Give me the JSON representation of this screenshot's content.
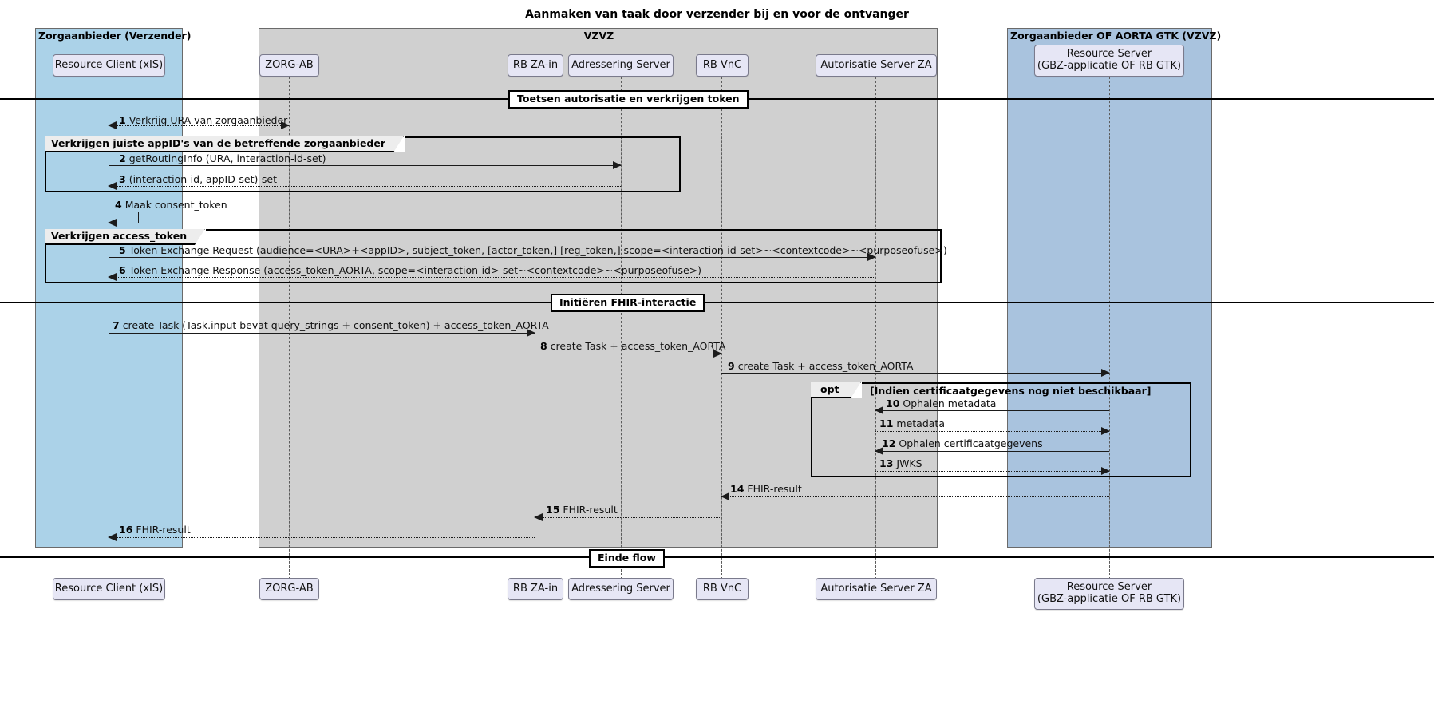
{
  "title": "Aanmaken van taak door verzender bij en voor de ontvanger",
  "participant_groups": [
    {
      "id": "zv",
      "label": "Zorgaanbieder (Verzender)",
      "color": "#ABD2E8"
    },
    {
      "id": "vzvz",
      "label": "VZVZ",
      "color": "#D0D0D0"
    },
    {
      "id": "of",
      "label": "Zorgaanbieder OF AORTA GTK (VZVZ)",
      "color": "#A9C3DE"
    }
  ],
  "participants": [
    {
      "id": "rc",
      "label": "Resource Client (xIS)",
      "group": "zv"
    },
    {
      "id": "zorg",
      "label": "ZORG-AB",
      "group": "vzvz"
    },
    {
      "id": "rbza",
      "label": "RB ZA-in",
      "group": "vzvz"
    },
    {
      "id": "adr",
      "label": "Adressering Server",
      "group": "vzvz"
    },
    {
      "id": "rbvnc",
      "label": "RB VnC",
      "group": "vzvz"
    },
    {
      "id": "asza",
      "label": "Autorisatie Server ZA",
      "group": "vzvz"
    },
    {
      "id": "rs",
      "label": "Resource Server\n(GBZ-applicatie OF RB GTK)",
      "group": "of"
    }
  ],
  "participants_footer": [
    {
      "id": "rc",
      "label": "Resource Client (xIS)"
    },
    {
      "id": "zorg",
      "label": "ZORG-AB"
    },
    {
      "id": "rbza",
      "label": "RB ZA-in"
    },
    {
      "id": "adr",
      "label": "Adressering Server"
    },
    {
      "id": "rbvnc",
      "label": "RB VnC"
    },
    {
      "id": "asza",
      "label": "Autorisatie Server ZA"
    },
    {
      "id": "rs",
      "label": "Resource Server\n(GBZ-applicatie OF RB GTK)"
    }
  ],
  "dividers": [
    {
      "id": "d1",
      "label": "Toetsen autorisatie en verkrijgen token"
    },
    {
      "id": "d2",
      "label": "Initiëren FHIR-interactie"
    },
    {
      "id": "d3",
      "label": "Einde flow"
    }
  ],
  "groups": [
    {
      "id": "g1",
      "kind": "group",
      "tab": "Verkrijgen juiste appID's van de betreffende zorgaanbieder",
      "condition": ""
    },
    {
      "id": "g2",
      "kind": "group",
      "tab": "Verkrijgen access_token",
      "condition": ""
    },
    {
      "id": "g3",
      "kind": "opt",
      "tab": "opt",
      "condition": "[Indien certificaatgegevens nog niet beschikbaar]"
    }
  ],
  "messages": [
    {
      "num": "1",
      "text": "Verkrijg URA van zorgaanbieder",
      "from": "rc",
      "to": "zorg",
      "style": "dotted",
      "arrow": "both"
    },
    {
      "num": "2",
      "text": "getRoutingInfo (URA, interaction-id-set)",
      "from": "rc",
      "to": "adr",
      "style": "solid",
      "arrow": "right"
    },
    {
      "num": "3",
      "text": "(interaction-id, appID-set)-set",
      "from": "adr",
      "to": "rc",
      "style": "dotted",
      "arrow": "left"
    },
    {
      "num": "4",
      "text": "Maak consent_token",
      "from": "rc",
      "to": "rc",
      "style": "solid",
      "arrow": "self"
    },
    {
      "num": "5",
      "text": "Token Exchange Request (audience=<URA>+<appID>, subject_token, [actor_token,] [reg_token,] scope=<interaction-id-set>~<contextcode>~<purposeofuse>)",
      "from": "rc",
      "to": "asza",
      "style": "solid",
      "arrow": "right"
    },
    {
      "num": "6",
      "text": "Token Exchange Response (access_token_AORTA, scope=<interaction-id>-set~<contextcode>~<purposeofuse>)",
      "from": "asza",
      "to": "rc",
      "style": "dotted",
      "arrow": "left"
    },
    {
      "num": "7",
      "text": "create Task (Task.input bevat query_strings + consent_token) + access_token_AORTA",
      "from": "rc",
      "to": "rbza",
      "style": "solid",
      "arrow": "right"
    },
    {
      "num": "8",
      "text": "create Task + access_token_AORTA",
      "from": "rbza",
      "to": "rbvnc",
      "style": "solid",
      "arrow": "right"
    },
    {
      "num": "9",
      "text": "create Task + access_token_AORTA",
      "from": "rbvnc",
      "to": "rs",
      "style": "solid",
      "arrow": "right"
    },
    {
      "num": "10",
      "text": "Ophalen metadata",
      "from": "rs",
      "to": "rbvnc",
      "style": "solid",
      "arrow": "left"
    },
    {
      "num": "11",
      "text": "metadata",
      "from": "rbvnc",
      "to": "rs",
      "style": "dotted",
      "arrow": "right"
    },
    {
      "num": "12",
      "text": "Ophalen certificaatgegevens",
      "from": "rs",
      "to": "rbvnc",
      "style": "solid",
      "arrow": "left"
    },
    {
      "num": "13",
      "text": "JWKS",
      "from": "rbvnc",
      "to": "rs",
      "style": "dotted",
      "arrow": "right"
    },
    {
      "num": "14",
      "text": "FHIR-result",
      "from": "rs",
      "to": "rbvnc",
      "style": "dotted",
      "arrow": "left"
    },
    {
      "num": "15",
      "text": "FHIR-result",
      "from": "rbvnc",
      "to": "rbza",
      "style": "dotted",
      "arrow": "left"
    },
    {
      "num": "16",
      "text": "FHIR-result",
      "from": "rbza",
      "to": "rc",
      "style": "dotted",
      "arrow": "left"
    }
  ],
  "colors": {
    "sender_box": "#ABD2E8",
    "vzvz_box": "#D0D0D0",
    "receiver_box": "#A9C3DE",
    "participant_fill": "#E6E6F5",
    "line": "#1b1b1b"
  }
}
